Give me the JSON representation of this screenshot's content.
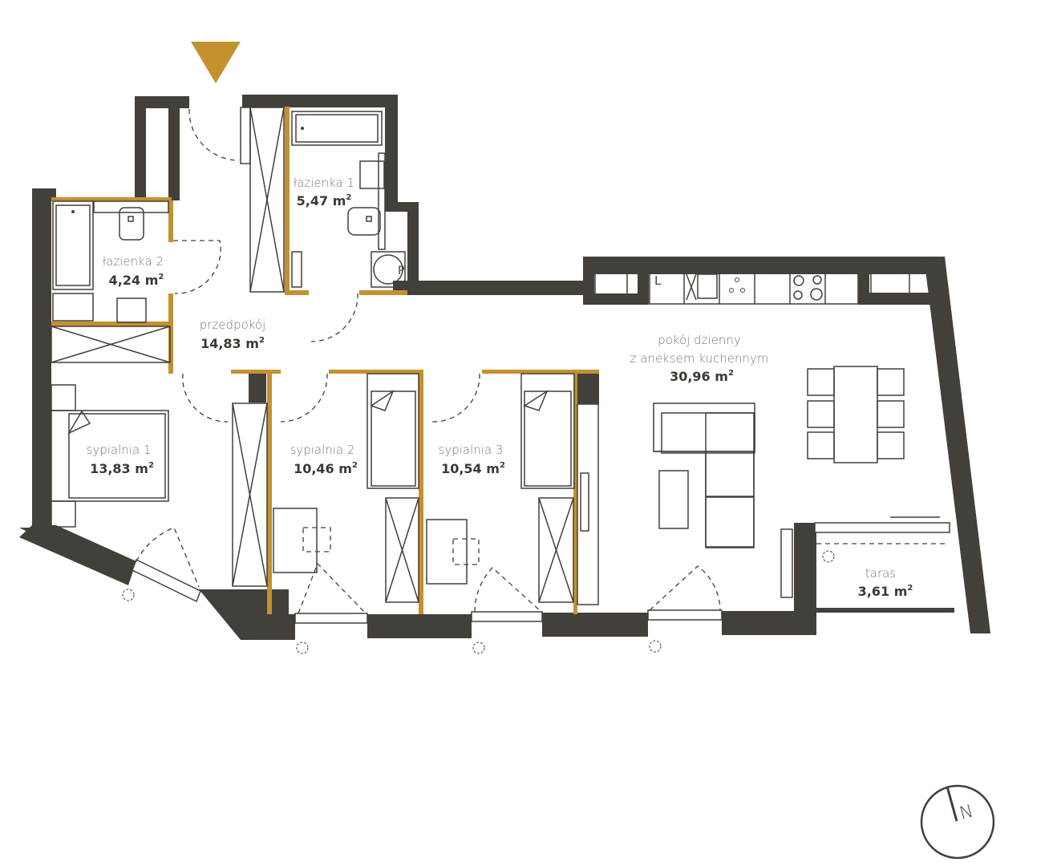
{
  "colors": {
    "wall": "#433f3a",
    "accent": "#c4912e",
    "background": "#ffffff"
  },
  "entrance_marker": {
    "icon": "entrance-triangle-icon",
    "color": "#c4912e"
  },
  "compass": {
    "icon": "north-compass-icon",
    "label": "N"
  },
  "area_unit": "m",
  "area_unit_exp": "2",
  "rooms": [
    {
      "id": "lazienka-1",
      "name": "łazienka 1",
      "area": "5,47"
    },
    {
      "id": "lazienka-2",
      "name": "łazienka 2",
      "area": "4,24"
    },
    {
      "id": "przedpokoj",
      "name": "przedpokój",
      "area": "14,83"
    },
    {
      "id": "pokoj-dzienny",
      "name_line1": "pokój dzienny",
      "name_line2": "z aneksem kuchennym",
      "area": "30,96"
    },
    {
      "id": "sypialnia-1",
      "name": "sypialnia 1",
      "area": "13,83"
    },
    {
      "id": "sypialnia-2",
      "name": "sypialnia 2",
      "area": "10,46"
    },
    {
      "id": "sypialnia-3",
      "name": "sypialnia 3",
      "area": "10,54"
    },
    {
      "id": "taras",
      "name": "taras",
      "area": "3,61"
    }
  ],
  "kitchen": {
    "fridge_label": "L"
  },
  "bathroom1": {
    "washer_label": "P"
  }
}
